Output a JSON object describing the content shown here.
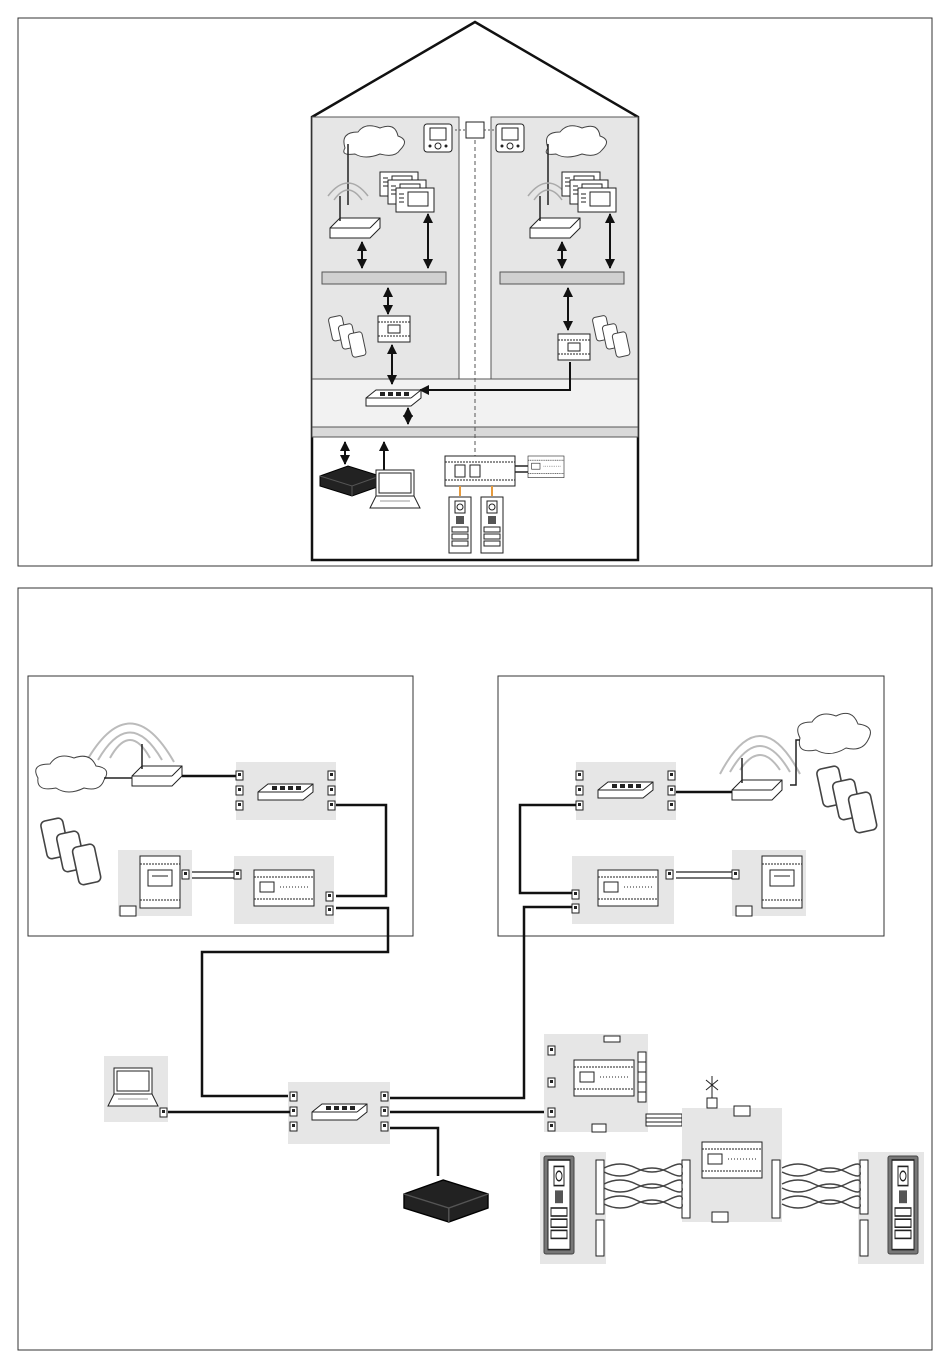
{
  "diagram": {
    "top_panel": {
      "zones": [
        "apartment-left",
        "apartment-right",
        "common-network",
        "entrance-technical-room"
      ],
      "devices": [
        "cloud-icon",
        "router-icon",
        "monitor-icon",
        "intercom-icon",
        "switch-icon",
        "module-icon",
        "mobile-device-icon",
        "nvr-icon",
        "laptop-icon",
        "door-panel-icon"
      ]
    },
    "bottom_panel": {
      "zones": [
        "apartment-left-wiring",
        "apartment-right-wiring"
      ],
      "devices": [
        "cloud-icon",
        "router-icon",
        "switch-icon",
        "module-icon",
        "power-supply-icon",
        "mobile-device-icon",
        "laptop-icon",
        "nvr-icon",
        "door-panel-icon",
        "controller-icon"
      ]
    }
  }
}
